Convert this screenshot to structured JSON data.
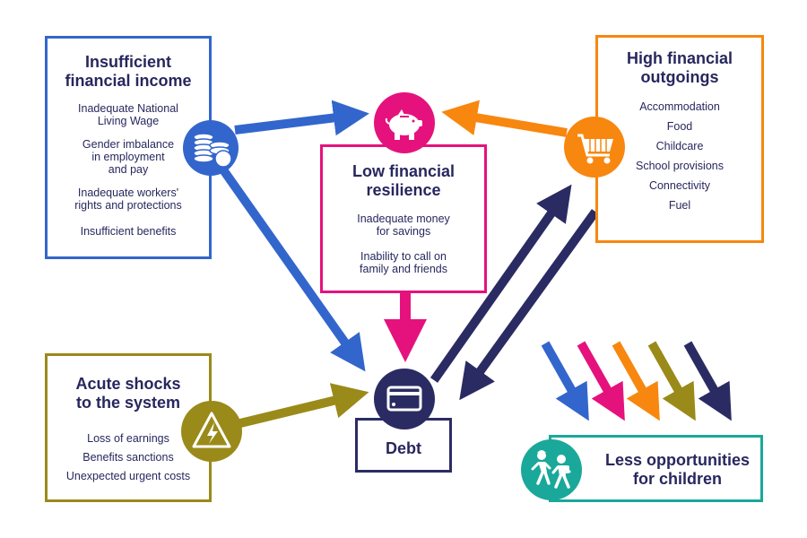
{
  "income": {
    "title": "Insufficient\nfinancial income",
    "items": [
      "Inadequate National\nLiving Wage",
      "Gender imbalance\nin employment\nand pay",
      "Inadequate workers'\nrights and protections",
      "Insufficient benefits"
    ],
    "color": "#3366cc",
    "icon": "coins-icon"
  },
  "outgoings": {
    "title": "High financial\noutgoings",
    "items": [
      "Accommodation",
      "Food",
      "Childcare",
      "School provisions",
      "Connectivity",
      "Fuel"
    ],
    "color": "#f7870f",
    "icon": "shopping-cart-icon"
  },
  "resilience": {
    "title": "Low financial\nresilience",
    "items": [
      "Inadequate money\nfor savings",
      "Inability to call on\nfamily and friends"
    ],
    "color": "#e5127d",
    "icon": "piggy-bank-icon"
  },
  "shocks": {
    "title": "Acute shocks\nto the system",
    "items": [
      "Loss of earnings",
      "Benefits sanctions",
      "Unexpected urgent costs"
    ],
    "color": "#9a8a1a",
    "icon": "lightning-warning-icon"
  },
  "debt": {
    "title": "Debt",
    "color": "#2b2b63",
    "icon": "credit-card-icon"
  },
  "children": {
    "title": "Less opportunities\nfor children",
    "color": "#1aa89a",
    "icon": "running-children-icon"
  }
}
